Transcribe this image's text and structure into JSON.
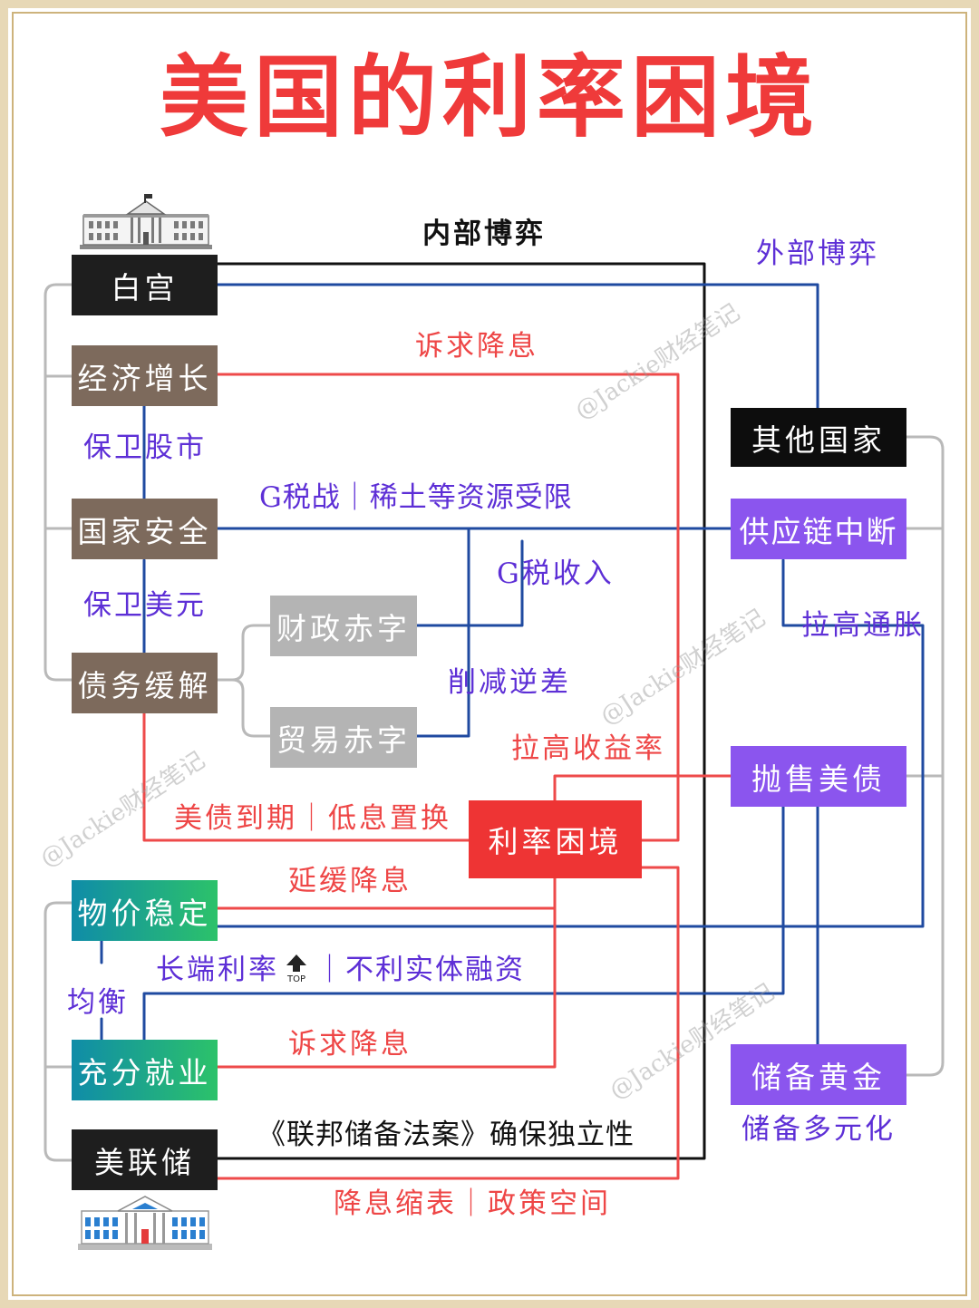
{
  "title": "美国的利率困境",
  "colors": {
    "title": "#ef3a3a",
    "black_box": "#1e1e1e",
    "brown_box": "#7d6a5c",
    "gray_box": "#b4b4b4",
    "purple_box": "#8b55ee",
    "red_box": "#ee3434",
    "teal_gradient": [
      "#0f8ca8",
      "#2cc26a"
    ],
    "blue_line": "#1f4aa0",
    "red_line": "#ee4a4a",
    "gray_line": "#b9b9b9",
    "purple_text": "#5d2fd6"
  },
  "icons": [
    "white-house-icon",
    "federal-reserve-building-icon",
    "arrow-up-top-icon"
  ],
  "nodes": {
    "white_house": "白宫",
    "economic_growth": "经济增长",
    "national_security": "国家安全",
    "debt_relief": "债务缓解",
    "fiscal_deficit": "财政赤字",
    "trade_deficit": "贸易赤字",
    "rate_dilemma": "利率困境",
    "price_stability": "物价稳定",
    "full_employment": "充分就业",
    "fed": "美联储",
    "other_countries": "其他国家",
    "supply_chain": "供应链中断",
    "sell_treasuries": "抛售美债",
    "reserve_gold": "储备黄金"
  },
  "labels": {
    "internal_game": "内部博弈",
    "external_game": "外部博弈",
    "appeal_rate_cut_1": "诉求降息",
    "protect_stock": "保卫股市",
    "tariff_war": "G税战｜稀土等资源受限",
    "tariff_income": "G税收入",
    "protect_dollar": "保卫美元",
    "raise_inflation": "拉高通胀",
    "reduce_deficit": "削减逆差",
    "raise_yield": "拉高收益率",
    "treasury_maturity": "美债到期｜低息置换",
    "delay_rate_cut": "延缓降息",
    "long_rate_prefix": "长端利率",
    "top_icon_text": "TOP",
    "long_rate_suffix": "｜不利实体融资",
    "balance": "均衡",
    "appeal_rate_cut_2": "诉求降息",
    "fed_act": "《联邦储备法案》确保独立性",
    "reserve_diversify": "储备多元化",
    "rate_cut_qt": "降息缩表｜政策空间"
  },
  "watermark": "@Jackie财经笔记"
}
